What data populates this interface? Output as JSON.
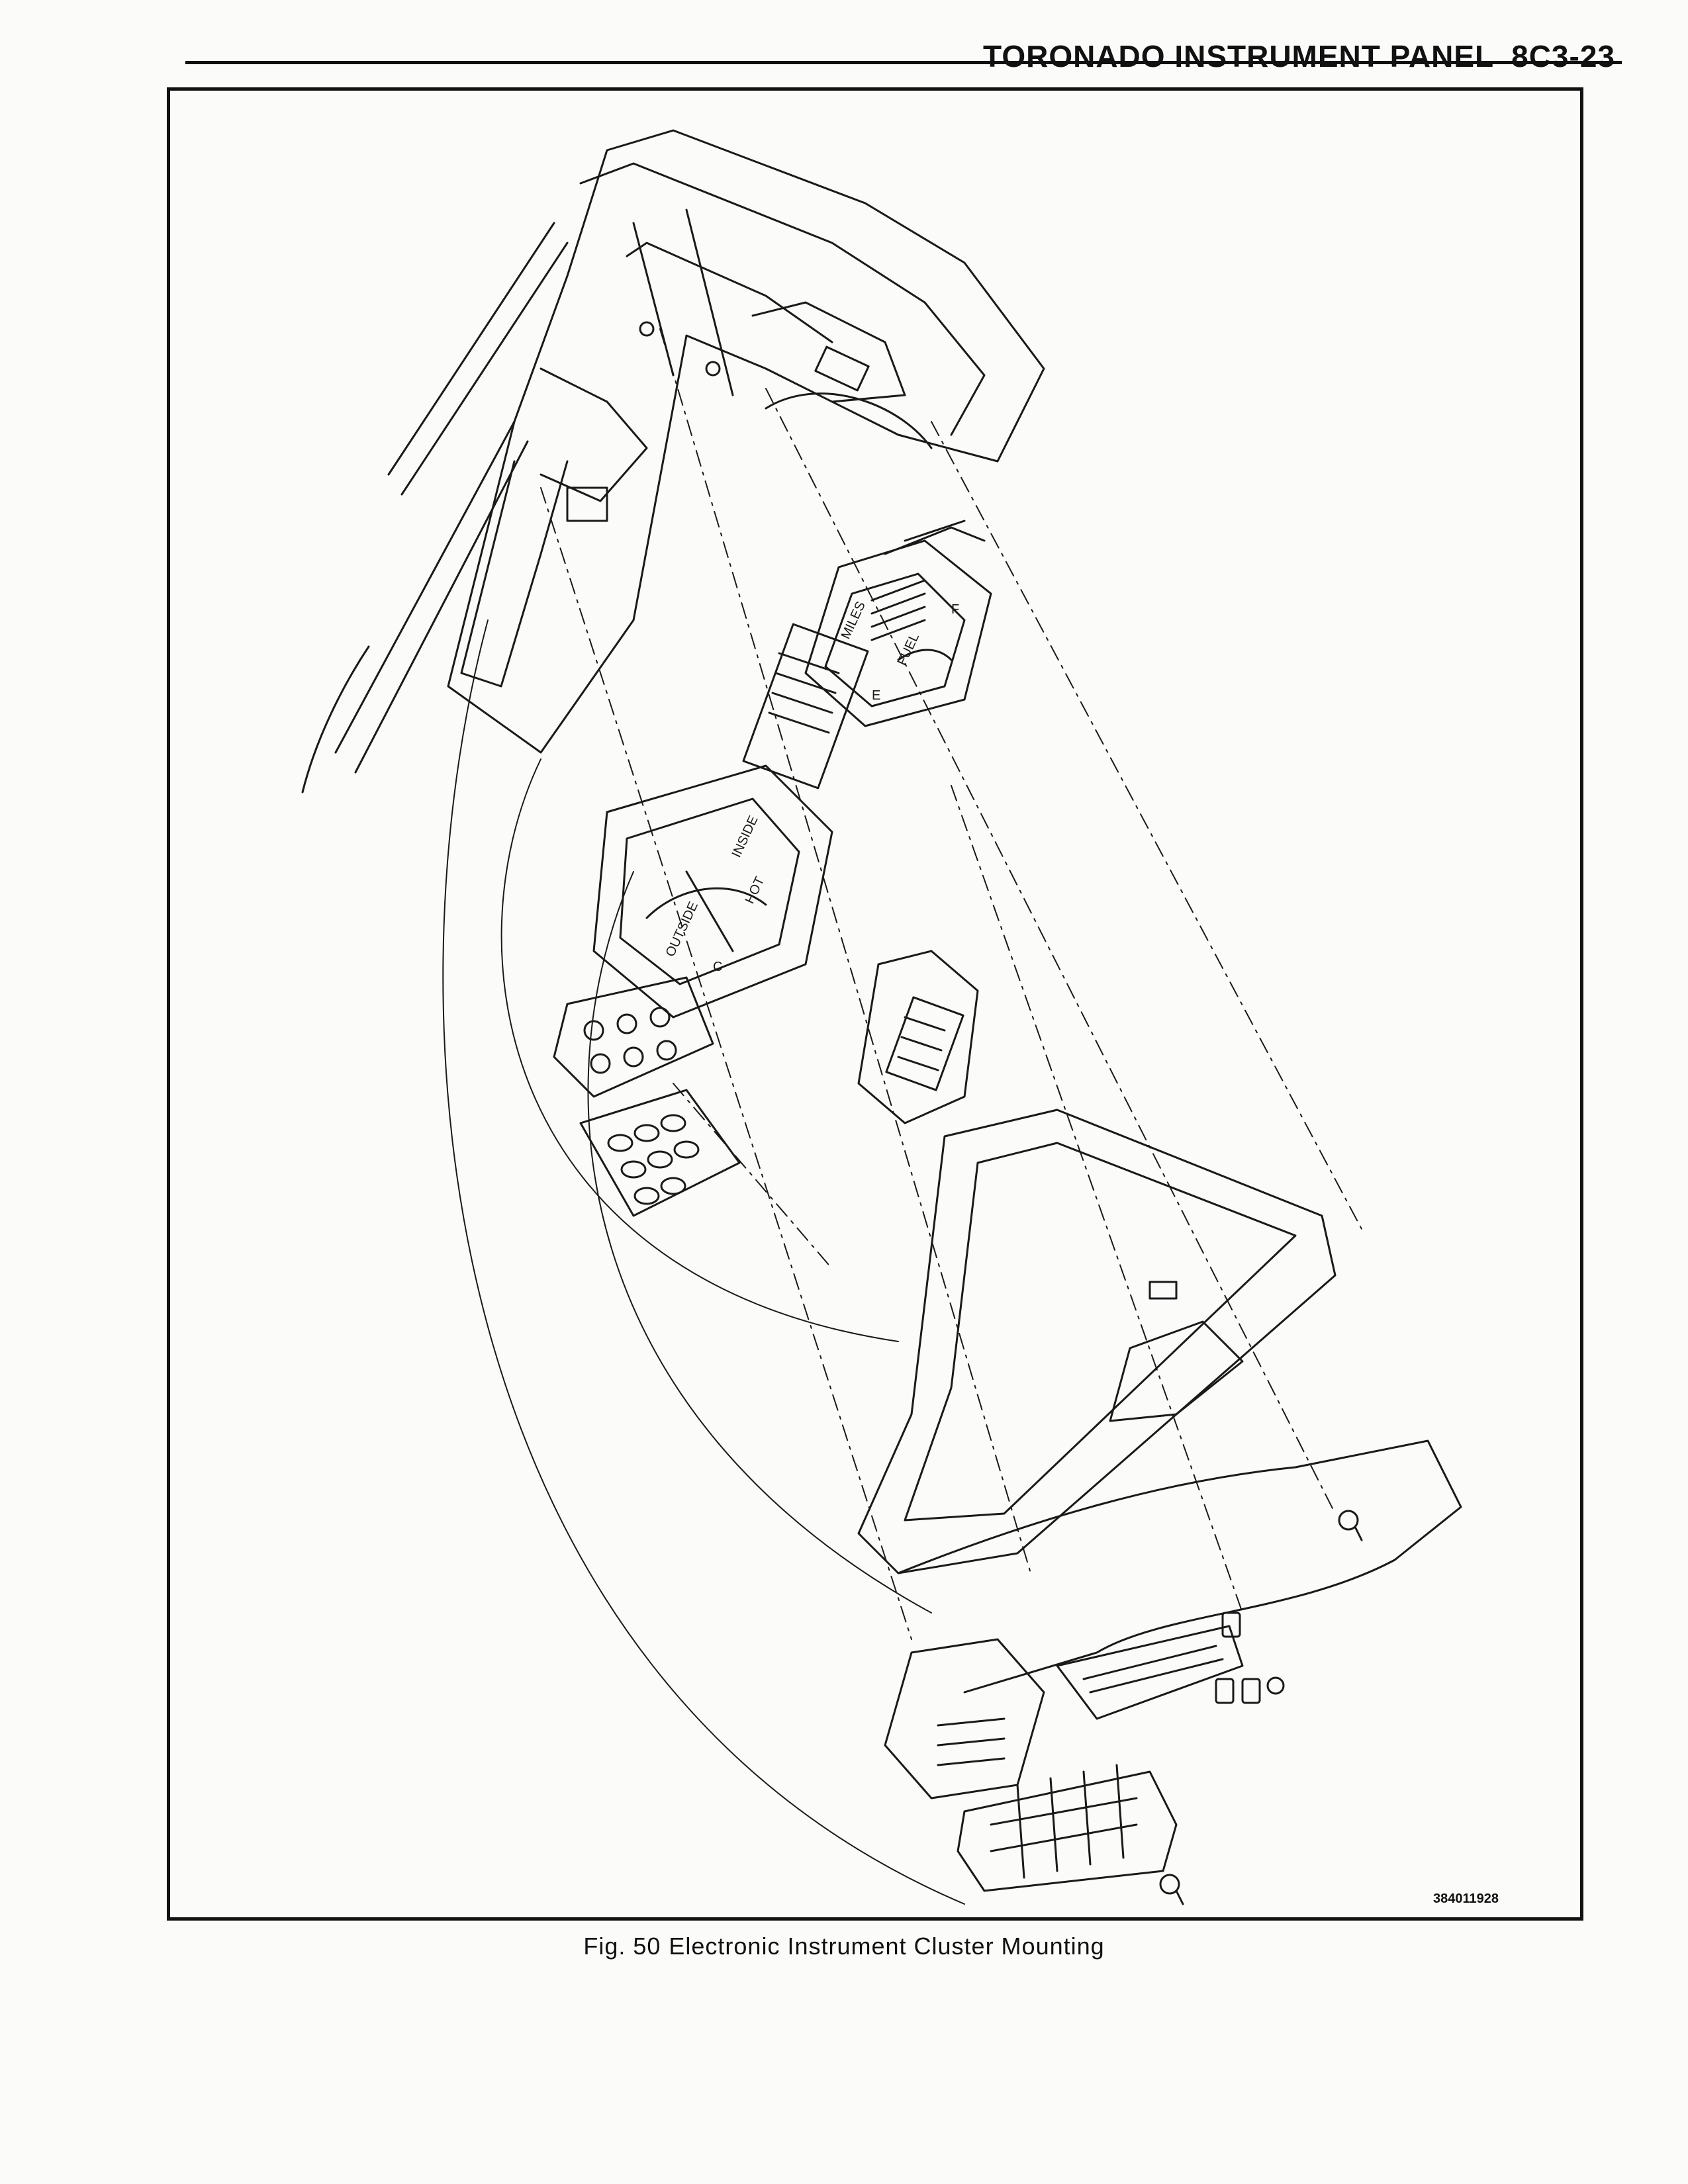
{
  "header": {
    "section_title": "TORONADO INSTRUMENT PANEL",
    "page_number": "8C3-23"
  },
  "figure": {
    "drawing_number": "384011928",
    "caption_label": "Fig. 50",
    "caption_text": "Electronic Instrument Cluster Mounting",
    "gauge_labels": [
      "MILES",
      "INSIDE",
      "HOT",
      "OUTSIDE",
      "FUEL",
      "E",
      "F",
      "C"
    ]
  }
}
